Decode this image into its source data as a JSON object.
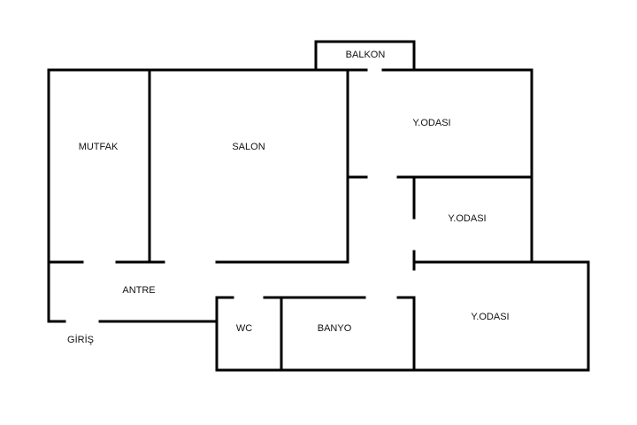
{
  "rooms": {
    "balkon": "BALKON",
    "mutfak": "MUTFAK",
    "salon": "SALON",
    "yodasi_1": "Y.ODASI",
    "yodasi_2": "Y.ODASI",
    "yodasi_3": "Y.ODASI",
    "antre": "ANTRE",
    "wc": "WC",
    "banyo": "BANYO",
    "giris": "GİRİŞ"
  },
  "colors": {
    "wall": "#000000",
    "background": "#ffffff",
    "label": "#111111"
  }
}
